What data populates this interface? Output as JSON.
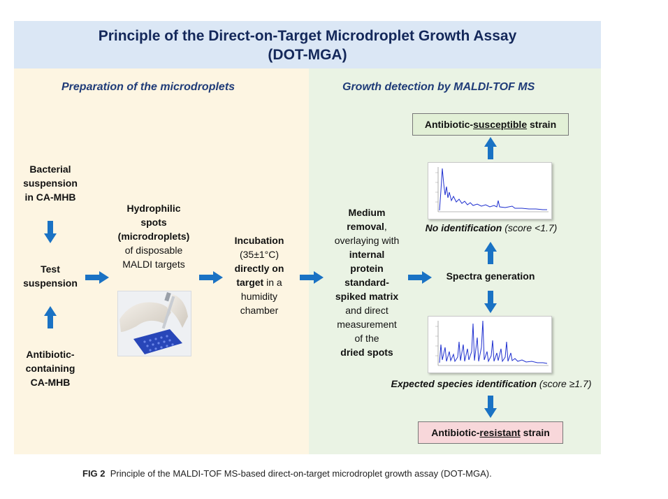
{
  "title": {
    "line1": "Principle of the Direct-on-Target Microdroplet Growth Assay",
    "line2": "(DOT-MGA)"
  },
  "left_section": {
    "heading": "Preparation of the microdroplets",
    "bacterial": [
      [
        {
          "t": "Bacterial",
          "b": true
        }
      ],
      [
        {
          "t": "suspension",
          "b": true
        }
      ],
      [
        {
          "t": "in CA-MHB",
          "b": true
        }
      ]
    ],
    "test": [
      [
        {
          "t": "Test",
          "b": true
        }
      ],
      [
        {
          "t": "suspension",
          "b": true
        }
      ]
    ],
    "antibiotic": [
      [
        {
          "t": "Antibiotic-",
          "b": true
        }
      ],
      [
        {
          "t": "containing",
          "b": true
        }
      ],
      [
        {
          "t": "CA-MHB",
          "b": true
        }
      ]
    ],
    "hydrophilic": [
      [
        {
          "t": "Hydrophilic",
          "b": true
        }
      ],
      [
        {
          "t": "spots",
          "b": true
        }
      ],
      [
        {
          "t": "(microdroplets)",
          "b": true
        }
      ],
      [
        {
          "t": "of disposable",
          "b": false
        }
      ],
      [
        {
          "t": "MALDI targets",
          "b": false
        }
      ]
    ],
    "incubation": [
      [
        {
          "t": "Incubation",
          "b": true
        }
      ],
      [
        {
          "t": "(35±1°C)",
          "b": false
        }
      ],
      [
        {
          "t": "directly on",
          "b": true
        }
      ],
      [
        {
          "t": "target",
          "b": true
        },
        {
          "t": " in a",
          "b": false
        }
      ],
      [
        {
          "t": "humidity",
          "b": false
        }
      ],
      [
        {
          "t": "chamber",
          "b": false
        }
      ]
    ]
  },
  "right_section": {
    "heading": "Growth detection by MALDI-TOF MS",
    "medium": [
      [
        {
          "t": "Medium",
          "b": true
        }
      ],
      [
        {
          "t": "removal",
          "b": true
        },
        {
          "t": ",",
          "b": false
        }
      ],
      [
        {
          "t": "overlaying with",
          "b": false
        }
      ],
      [
        {
          "t": "internal",
          "b": true
        }
      ],
      [
        {
          "t": "protein",
          "b": true
        }
      ],
      [
        {
          "t": "standard-",
          "b": true
        }
      ],
      [
        {
          "t": "spiked matrix",
          "b": true
        }
      ],
      [
        {
          "t": "and direct",
          "b": false
        }
      ],
      [
        {
          "t": "measurement",
          "b": false
        }
      ],
      [
        {
          "t": "of the",
          "b": false
        }
      ],
      [
        {
          "t": "dried spots",
          "b": true
        }
      ]
    ],
    "spectra_generation": "Spectra generation",
    "susceptible": {
      "pre": "Antibiotic-",
      "underlined": "susceptible",
      "post": " strain"
    },
    "resistant": {
      "pre": "Antibiotic-",
      "underlined": "resistant",
      "post": " strain"
    },
    "no_id": {
      "bold": "No identification",
      "rest": " (score <1.7)"
    },
    "expected_id": {
      "bold": "Expected species identification",
      "rest": " (score ≥1.7)"
    }
  },
  "caption": {
    "label": "FIG 2",
    "text": "Principle of the MALDI-TOF MS-based direct-on-target microdroplet growth assay (DOT-MGA)."
  },
  "colors": {
    "arrow": "#1a72c4",
    "title_band": "#dbe7f5",
    "left_panel": "#fdf5e2",
    "right_panel": "#eaf3e4",
    "susceptible_box": "#e2f0d6",
    "resistant_box": "#f8d7da",
    "spectrum_line": "#1e2fcf"
  }
}
